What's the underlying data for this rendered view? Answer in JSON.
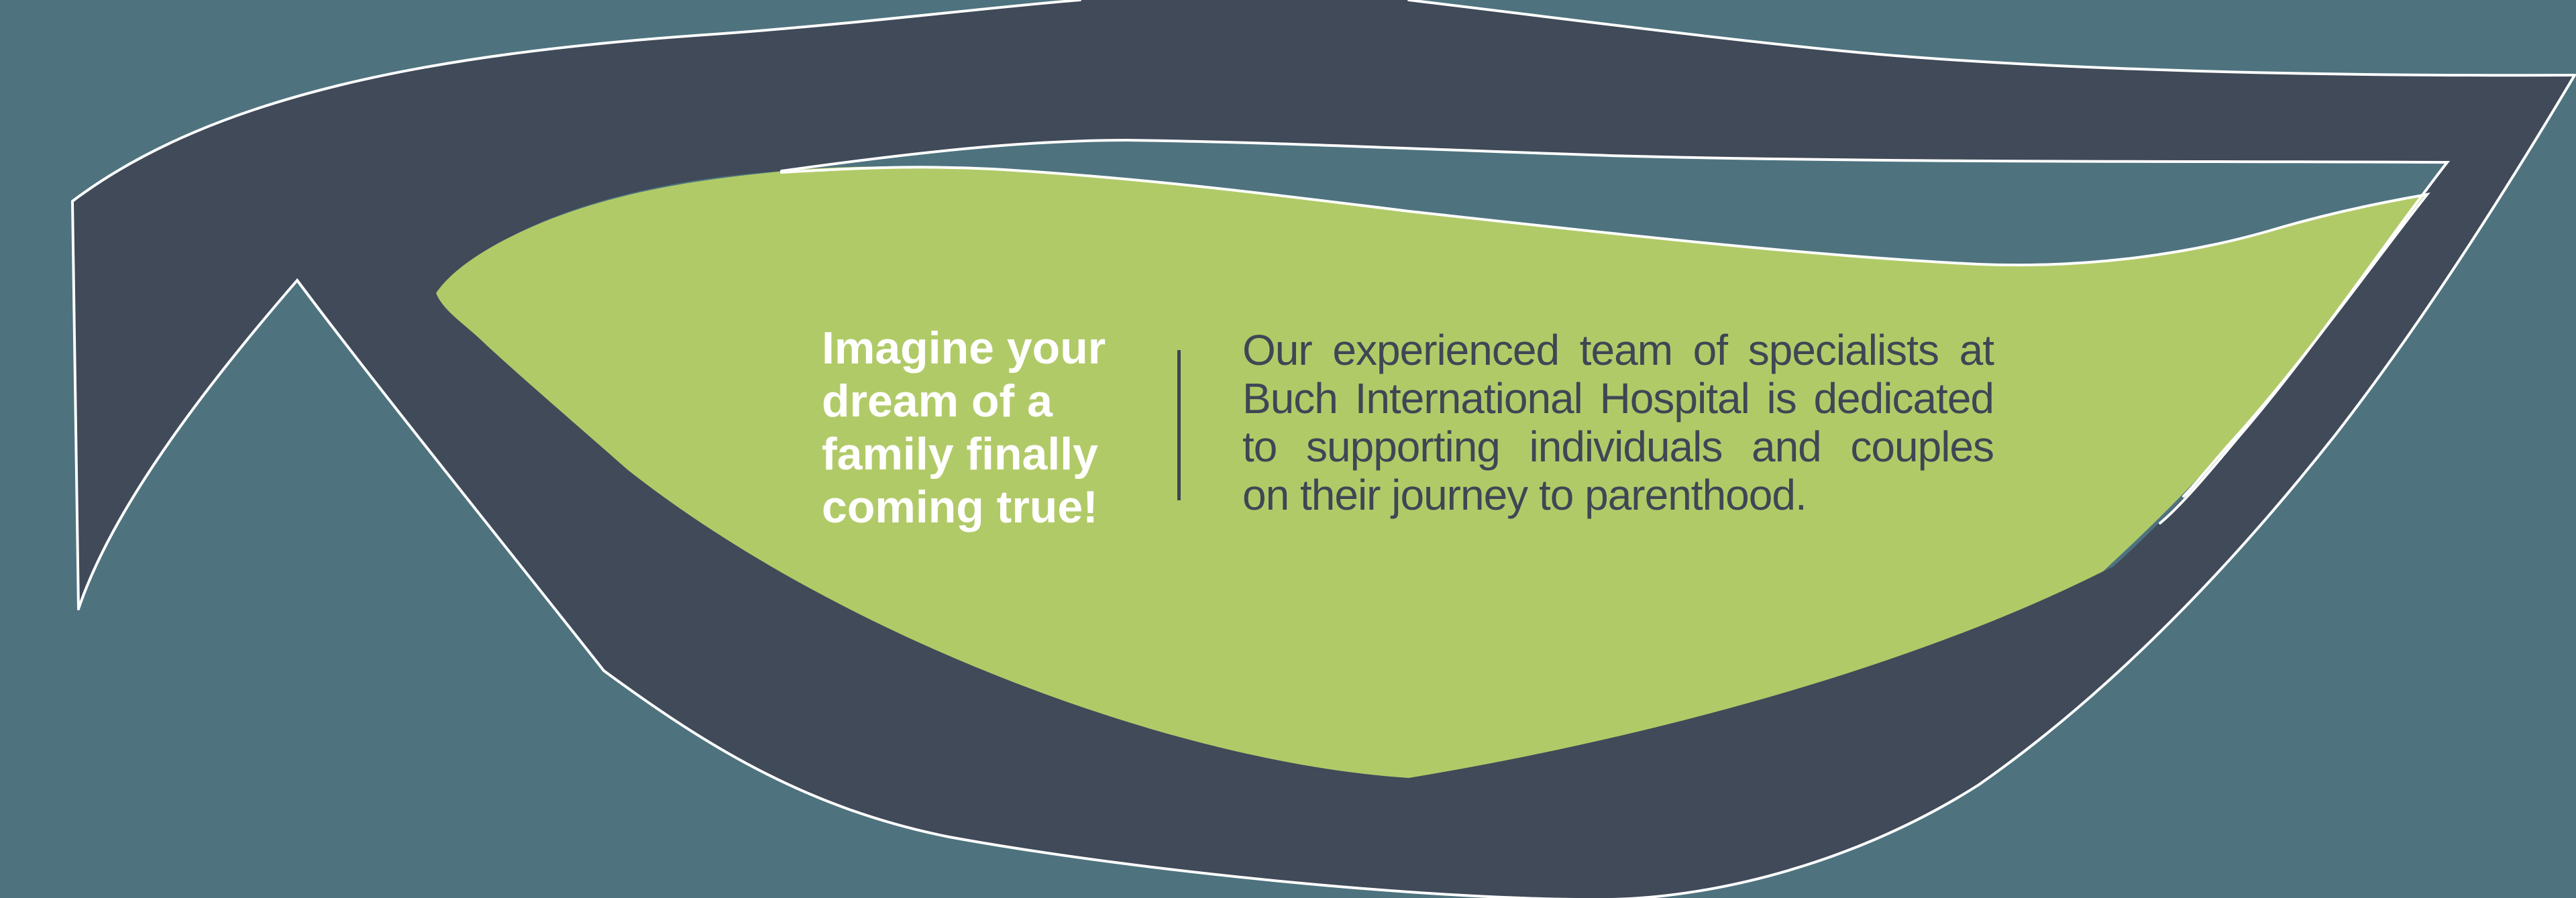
{
  "banner": {
    "tagline": {
      "lines": [
        "Imagine your",
        "dream of a",
        "family finally",
        "coming true!"
      ]
    },
    "description": {
      "lines": [
        "Our experienced team of specialists at",
        "Buch International Hospital is dedicated",
        "to supporting individuals and couples",
        "on their journey to parenthood."
      ]
    }
  },
  "colors": {
    "background_teal": "#4e737f",
    "leaf_outline_slate": "#404a59",
    "leaf_green": "#b1ca68",
    "edge_white": "#ffffff",
    "text_white": "#ffffff",
    "text_slate": "#3d4754",
    "divider_slate": "#3d4754"
  }
}
